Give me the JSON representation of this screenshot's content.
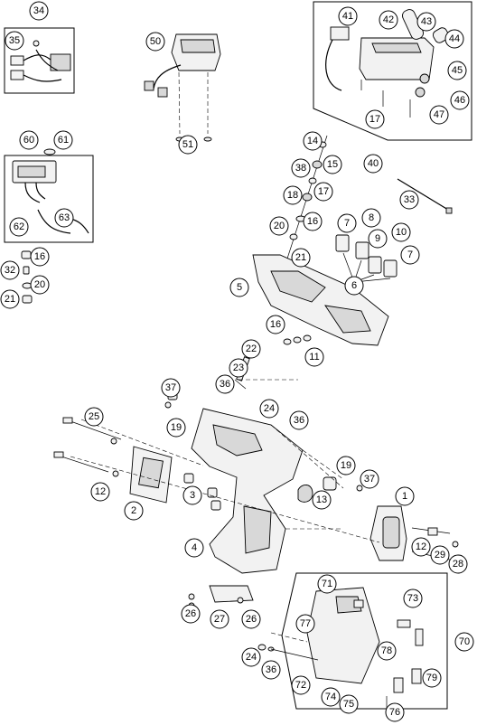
{
  "callouts": {
    "c34": "34",
    "c35": "35",
    "c50": "50",
    "c51": "51",
    "c41": "41",
    "c42": "42",
    "c43": "43",
    "c44": "44",
    "c45": "45",
    "c46": "46",
    "c47": "47",
    "c17a": "17",
    "c40": "40",
    "c60": "60",
    "c61": "61",
    "c62": "62",
    "c63": "63",
    "c16a": "16",
    "c32": "32",
    "c20a": "20",
    "c21a": "21",
    "c14": "14",
    "c38": "38",
    "c15": "15",
    "c18": "18",
    "c17b": "17",
    "c20b": "20",
    "c16b": "16",
    "c21b": "21",
    "c7a": "7",
    "c8": "8",
    "c9": "9",
    "c10": "10",
    "c7b": "7",
    "c6": "6",
    "c33": "33",
    "c5": "5",
    "c16c": "16",
    "c11": "11",
    "c22": "22",
    "c23": "23",
    "c37a": "37",
    "c36a": "36",
    "c24a": "24",
    "c36b": "36",
    "c19a": "19",
    "c25": "25",
    "c12a": "12",
    "c3": "3",
    "c2": "2",
    "c13": "13",
    "c19b": "19",
    "c37b": "37",
    "c1": "1",
    "c4": "4",
    "c12b": "12",
    "c29": "29",
    "c28": "28",
    "c26a": "26",
    "c27": "27",
    "c26b": "26",
    "c71": "71",
    "c73": "73",
    "c77": "77",
    "c70": "70",
    "c24b": "24",
    "c36c": "36",
    "c78": "78",
    "c72": "72",
    "c74": "74",
    "c75": "75",
    "c79": "79",
    "c76": "76"
  }
}
